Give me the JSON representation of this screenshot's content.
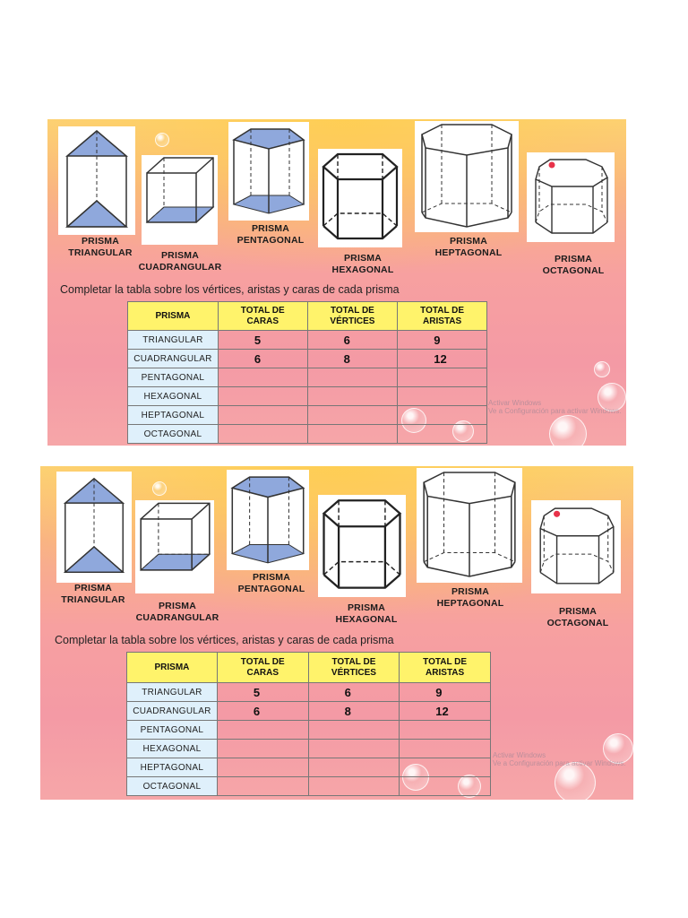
{
  "instruction": "Completar la tabla sobre los vértices, aristas y caras de cada prisma",
  "prisms": [
    {
      "line1": "PRISMA",
      "line2": "TRIANGULAR"
    },
    {
      "line1": "PRISMA",
      "line2": "CUADRANGULAR"
    },
    {
      "line1": "PRISMA",
      "line2": "PENTAGONAL"
    },
    {
      "line1": "PRISMA",
      "line2": "HEXAGONAL"
    },
    {
      "line1": "PRISMA",
      "line2": "HEPTAGONAL"
    },
    {
      "line1": "PRISMA",
      "line2": "OCTAGONAL"
    }
  ],
  "table": {
    "headers": [
      {
        "line1": "PRISMA",
        "line2": ""
      },
      {
        "line1": "TOTAL DE",
        "line2": "CARAS"
      },
      {
        "line1": "TOTAL DE",
        "line2": "VÉRTICES"
      },
      {
        "line1": "TOTAL DE",
        "line2": "ARISTAS"
      }
    ],
    "rows": [
      {
        "name": "TRIANGULAR",
        "caras": "5",
        "vertices": "6",
        "aristas": "9"
      },
      {
        "name": "CUADRANGULAR",
        "caras": "6",
        "vertices": "8",
        "aristas": "12"
      },
      {
        "name": "PENTAGONAL",
        "caras": "",
        "vertices": "",
        "aristas": ""
      },
      {
        "name": "HEXAGONAL",
        "caras": "",
        "vertices": "",
        "aristas": ""
      },
      {
        "name": "HEPTAGONAL",
        "caras": "",
        "vertices": "",
        "aristas": ""
      },
      {
        "name": "OCTAGONAL",
        "caras": "",
        "vertices": "",
        "aristas": ""
      }
    ]
  },
  "watermark": {
    "line1": "Activar Windows",
    "line2": "Ve a Configuración para activar Windows."
  },
  "colors": {
    "face_fill": "#8fa8dc",
    "header_yellow": "#fff36b",
    "row_label_blue": "#dff0fb"
  }
}
